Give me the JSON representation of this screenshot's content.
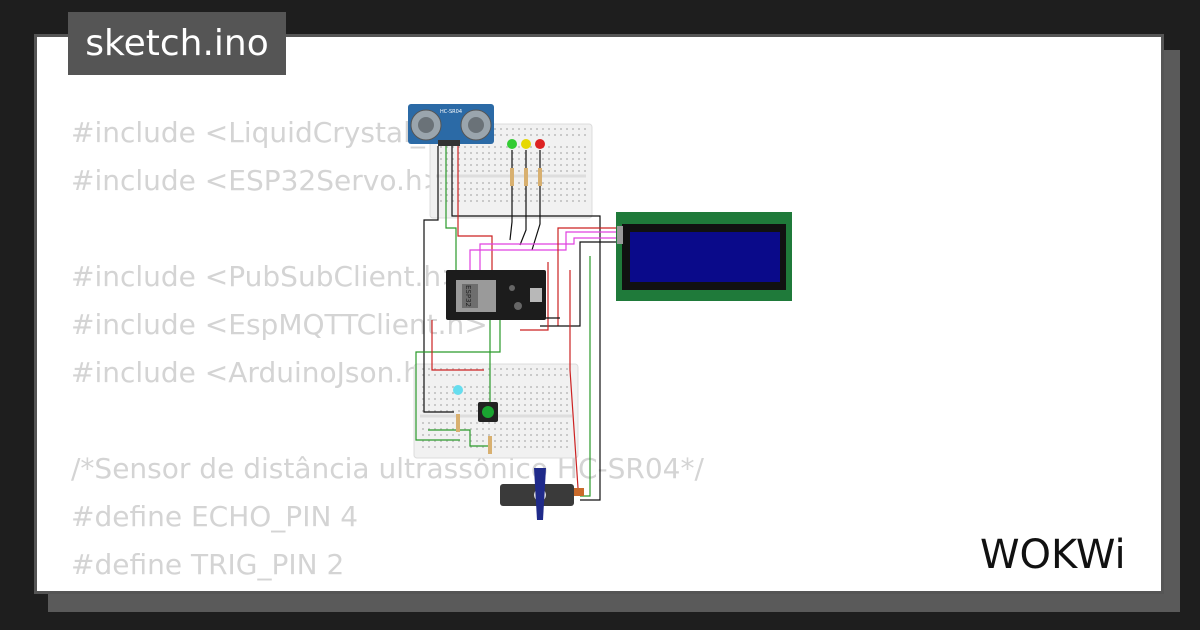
{
  "header": {
    "filename": "sketch.ino"
  },
  "code_lines": [
    "#include <LiquidCrystal_I2C.h>",
    "#include <ESP32Servo.h>",
    "",
    "#include <PubSubClient.h>",
    "#include <EspMQTTClient.h>",
    "#include <ArduinoJson.h>",
    "",
    "/*Sensor de distância ultrassônico HC-SR04*/",
    "#define ECHO_PIN 4",
    "#define TRIG_PIN 2"
  ],
  "circuit": {
    "esp32_label": "ESP32",
    "ultrasonic_label": "HC-SR04",
    "led_colors": [
      "#33cc33",
      "#e6d800",
      "#dd2222"
    ],
    "bottom_led_color": "#66ddee",
    "lcd_screen_color": "#0a0a8a",
    "lcd_frame_color": "#1f7a3a"
  },
  "brand": {
    "logo_text": "WOKWi"
  }
}
